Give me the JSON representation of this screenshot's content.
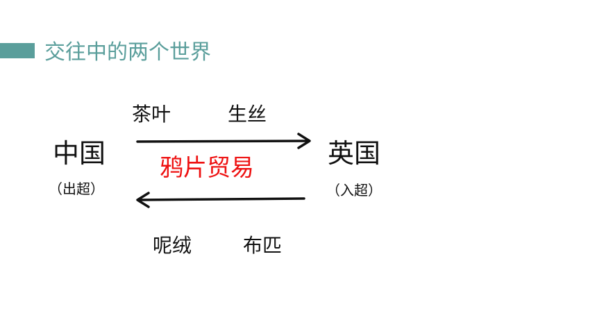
{
  "slide": {
    "title": "交往中的两个世界"
  },
  "diagram": {
    "left_country": "中国",
    "left_note": "（出超）",
    "right_country": "英国",
    "right_note": "（入超）",
    "top_goods": [
      "茶叶",
      "生丝"
    ],
    "bottom_goods": [
      "呢绒",
      "布匹"
    ],
    "trade_label": "鸦片贸易"
  },
  "colors": {
    "accent": "#5a9e9b",
    "trade_text": "#ee1111",
    "arrow": "#111111"
  }
}
